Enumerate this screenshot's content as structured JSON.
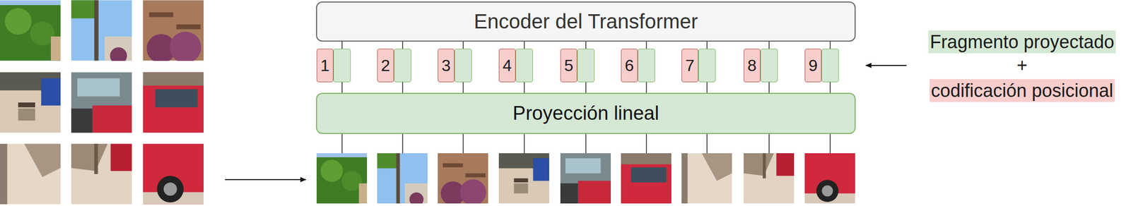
{
  "diagram": {
    "nodes": [
      {
        "text": [
          "Encoder del Transformer"
        ]
      },
      {
        "text": [
          "1"
        ]
      },
      {
        "text": [
          "2"
        ]
      },
      {
        "text": [
          "3"
        ]
      },
      {
        "text": [
          "4"
        ]
      },
      {
        "text": [
          "5"
        ]
      },
      {
        "text": [
          "6"
        ]
      },
      {
        "text": [
          "7"
        ]
      },
      {
        "text": [
          "8"
        ]
      },
      {
        "text": [
          "9"
        ]
      },
      {
        "text": [
          "Proyección lineal"
        ]
      }
    ],
    "edges": [
      {
        "from": 10,
        "to": 1,
        "arrow": "none"
      },
      {
        "from": 1,
        "to": 0,
        "arrow": "none"
      },
      {
        "from": 10,
        "to": 2,
        "arrow": "none"
      },
      {
        "from": 2,
        "to": 0,
        "arrow": "none"
      },
      {
        "from": 10,
        "to": 3,
        "arrow": "none"
      },
      {
        "from": 3,
        "to": 0,
        "arrow": "none"
      },
      {
        "from": 10,
        "to": 4,
        "arrow": "none"
      },
      {
        "from": 4,
        "to": 0,
        "arrow": "none"
      },
      {
        "from": 10,
        "to": 5,
        "arrow": "none"
      },
      {
        "from": 5,
        "to": 0,
        "arrow": "none"
      },
      {
        "from": 10,
        "to": 6,
        "arrow": "none"
      },
      {
        "from": 6,
        "to": 0,
        "arrow": "none"
      },
      {
        "from": 10,
        "to": 7,
        "arrow": "none"
      },
      {
        "from": 7,
        "to": 0,
        "arrow": "none"
      },
      {
        "from": 10,
        "to": 8,
        "arrow": "none"
      },
      {
        "from": 8,
        "to": 0,
        "arrow": "none"
      },
      {
        "from": 10,
        "to": 9,
        "arrow": "none"
      },
      {
        "from": 9,
        "to": 0,
        "arrow": "none"
      }
    ],
    "labels": [
      "+"
    ],
    "legend": [
      {
        "text": "Fragmento proyectado",
        "color": "#d5e8d4"
      },
      {
        "text": "codificación posicional",
        "color": "#f8cecc"
      }
    ]
  }
}
